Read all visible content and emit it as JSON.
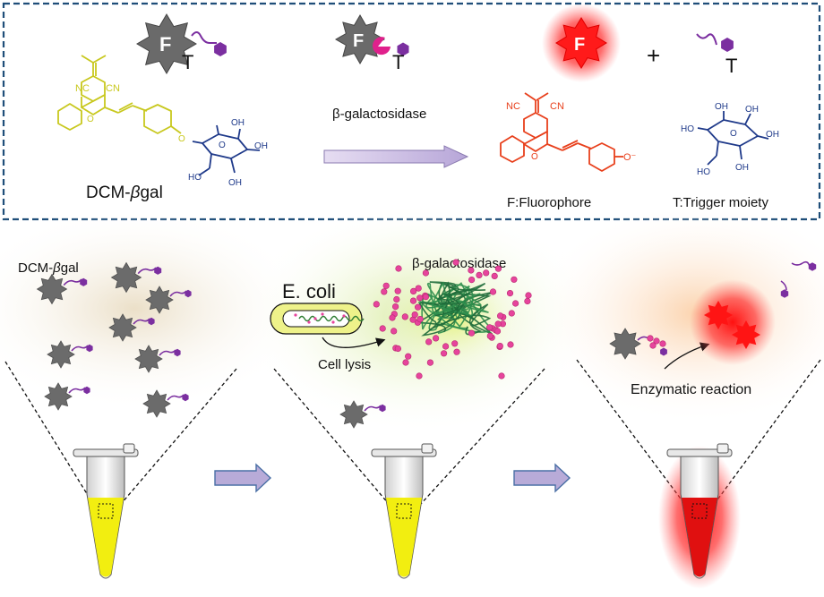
{
  "top_panel": {
    "probe_name": "DCM-βgal",
    "probe_name_prefix": "DCM-",
    "probe_name_greek": "β",
    "probe_name_suffix": "gal",
    "enzyme_label": "β-galactosidase",
    "fluorophore_caption": "F:Fluorophore",
    "trigger_caption": "T:Trigger moiety",
    "fluorophore_letter": "F",
    "trigger_letter": "T",
    "plus_sign": "+",
    "chem_labels": {
      "nc": "NC",
      "cn": "CN",
      "o": "O",
      "oh": "OH",
      "ho": "HO",
      "o_minus": "O⁻"
    },
    "colors": {
      "border": "#1f4e79",
      "probe_structure": "#c8c81e",
      "fluorophore_structure": "#e8401c",
      "sugar_structure": "#1f3a8a",
      "trigger": "#7b2fa0",
      "enzyme_pacman": "#e0208c",
      "fluorophore_active": "#e8101a",
      "arrow_fill": "#cfc3e6"
    }
  },
  "bottom_panel": {
    "stage1": {
      "label_prefix": "DCM-",
      "label_greek": "β",
      "label_suffix": "gal"
    },
    "stage2": {
      "bacteria_label": "E. coli",
      "enzyme_label": "β-galactosidase",
      "process_label": "Cell lysis"
    },
    "stage3": {
      "process_label": "Enzymatic reaction"
    },
    "tube_colors": [
      "#f2ee10",
      "#f2ee10",
      "#e01010"
    ]
  }
}
